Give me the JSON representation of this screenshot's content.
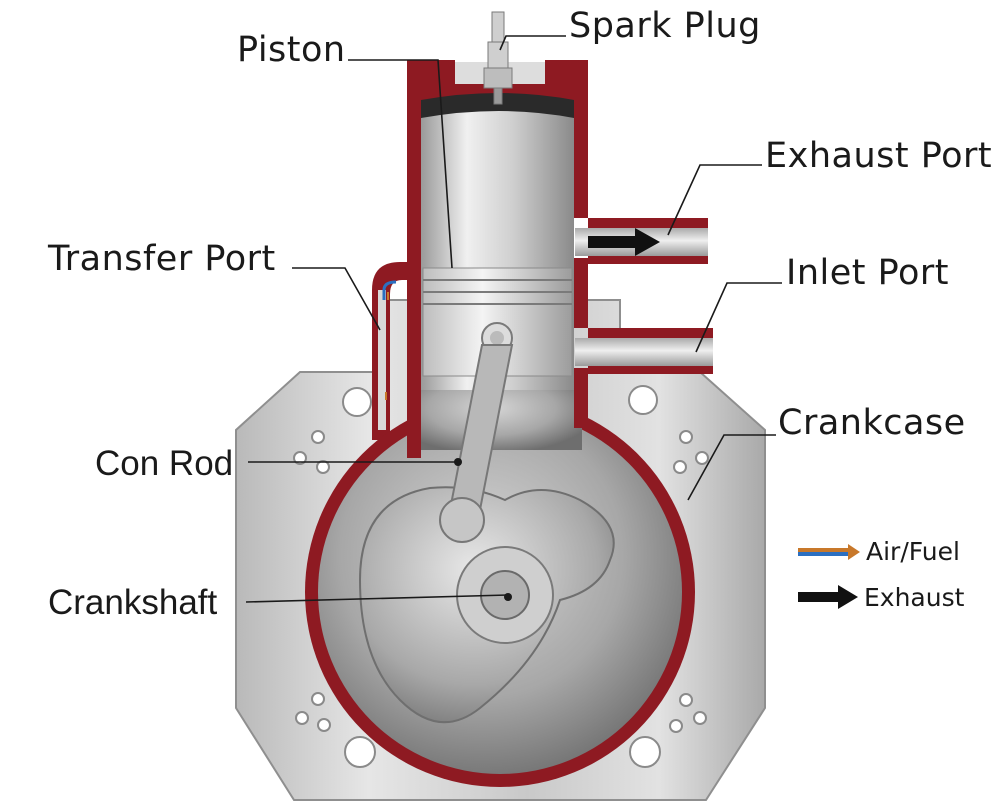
{
  "labels": {
    "spark_plug": "Spark Plug",
    "piston": "Piston",
    "exhaust_port": "Exhaust Port",
    "transfer_port": "Transfer Port",
    "inlet_port": "Inlet Port",
    "crankcase": "Crankcase",
    "con_rod": "Con Rod",
    "crankshaft": "Crankshaft"
  },
  "legend": {
    "air_fuel": "Air/Fuel",
    "exhaust": "Exhaust"
  },
  "colors": {
    "wall": "#8e1a22",
    "metal_light": "#e4e4e4",
    "metal_dark": "#8c8c8c",
    "air_fuel_orange": "#c8782a",
    "air_fuel_blue": "#2b6fc1",
    "exhaust_black": "#111111"
  }
}
